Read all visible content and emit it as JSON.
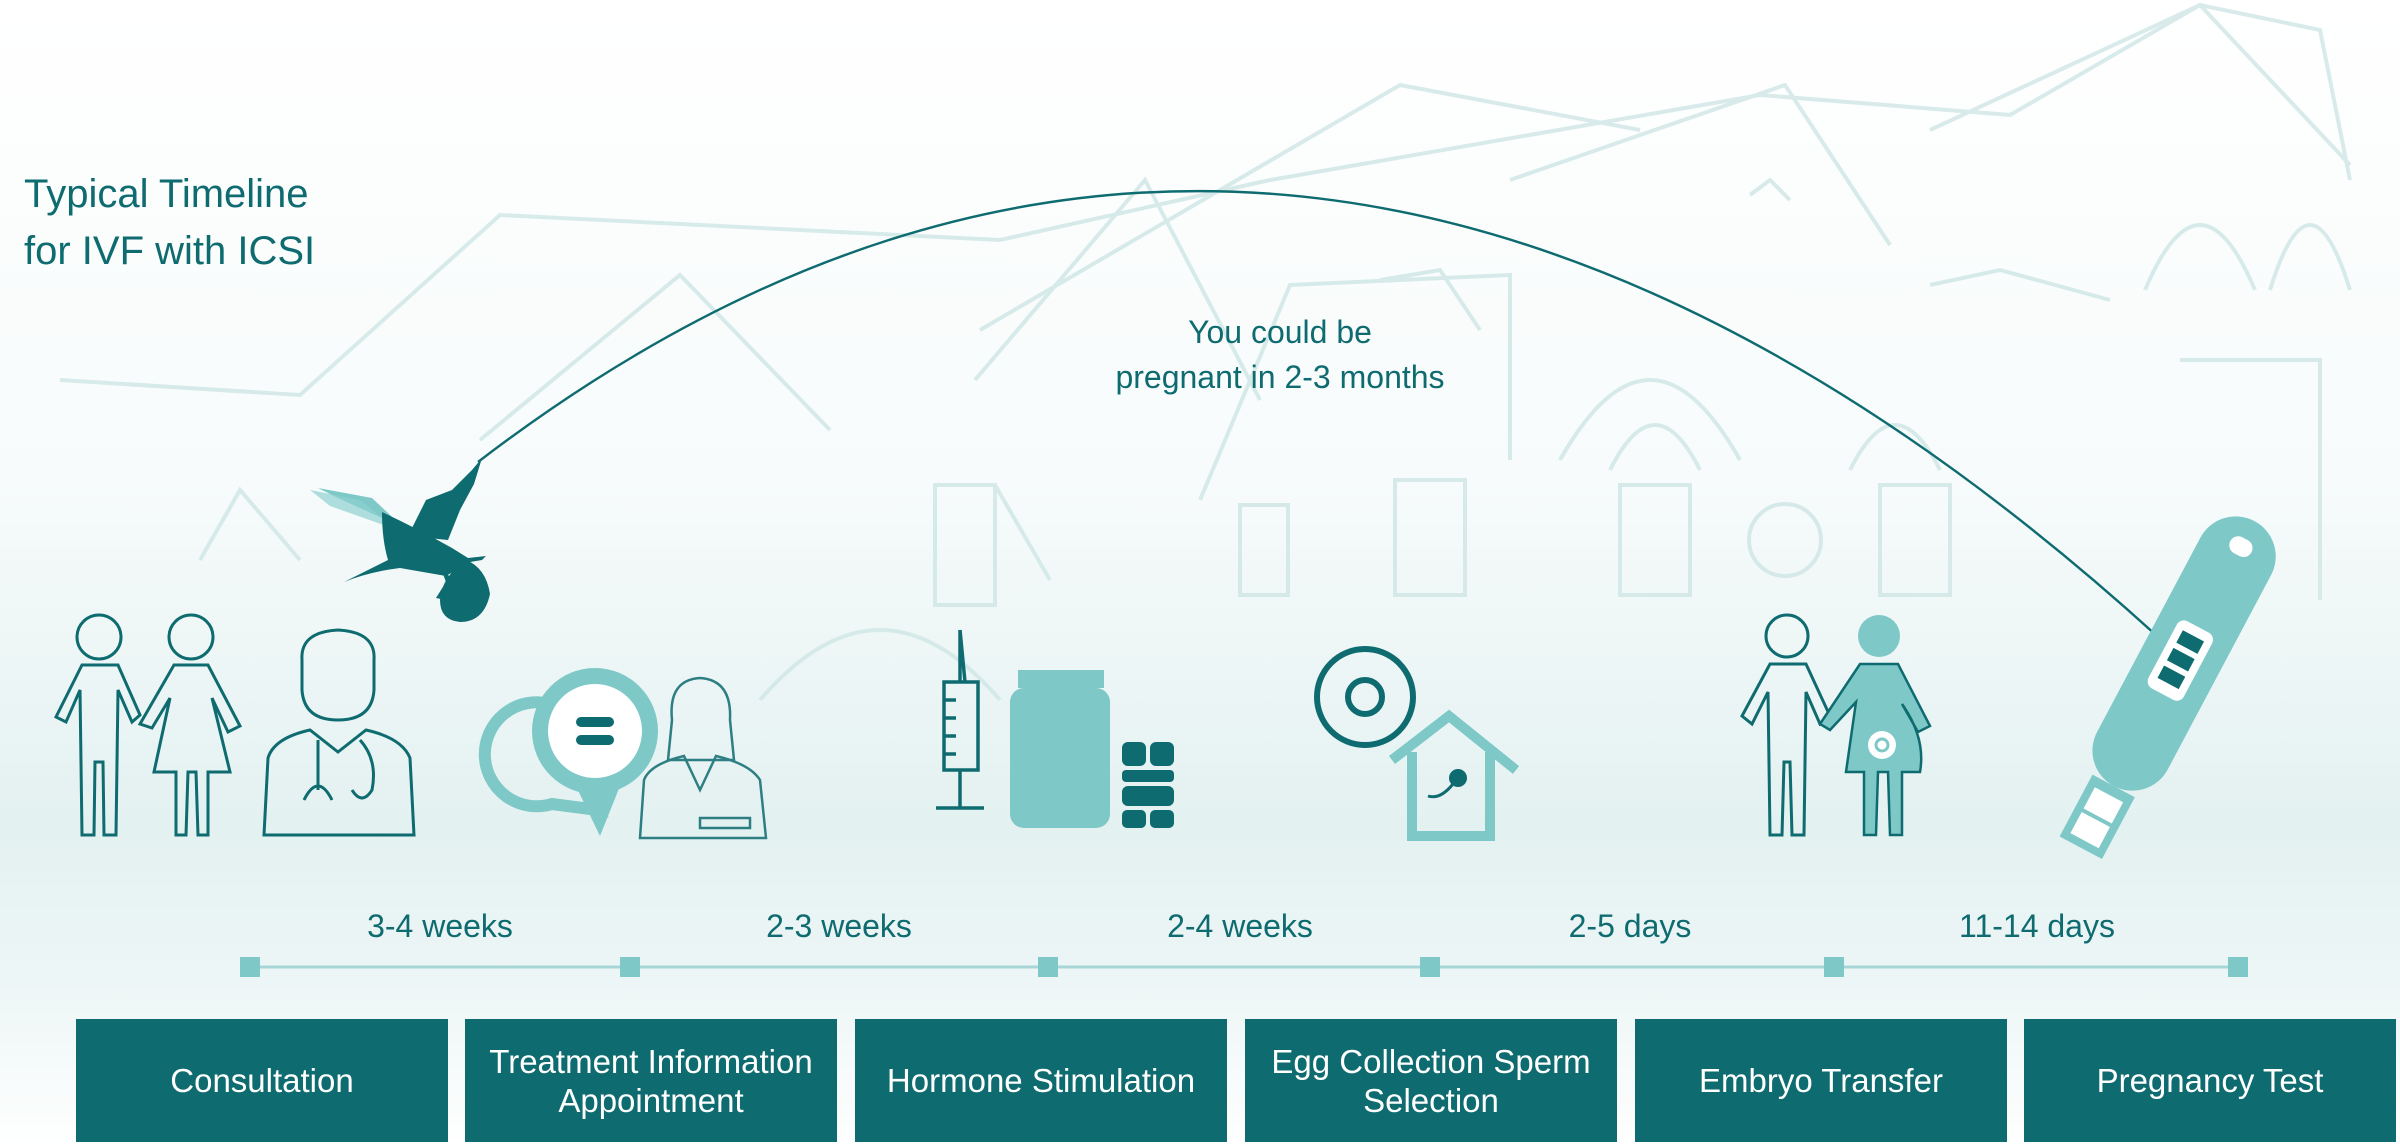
{
  "title": {
    "line1": "Typical Timeline",
    "line2": "for IVF with ICSI"
  },
  "arc_caption": {
    "line1": "You could be",
    "line2": "pregnant in 2-3 months"
  },
  "durations": [
    "3-4 weeks",
    "2-3 weeks",
    "2-4 weeks",
    "2-5 days",
    "11-14 days"
  ],
  "steps": [
    {
      "label": "Consultation",
      "icon": "couple-and-doctor-icon"
    },
    {
      "label": "Treatment Information Appointment",
      "icon": "speech-bubbles-and-nurse-icon"
    },
    {
      "label": "Hormone Stimulation",
      "icon": "syringe-and-medication-icon"
    },
    {
      "label": "Egg Collection Sperm Selection",
      "icon": "egg-and-sperm-house-icon"
    },
    {
      "label": "Embryo Transfer",
      "icon": "pregnant-couple-icon"
    },
    {
      "label": "Pregnancy Test",
      "icon": "pregnancy-test-icon"
    }
  ],
  "decorative": {
    "bird": "stork-carrying-baby-icon",
    "background": "house-outline-sketch"
  },
  "colors": {
    "primary": "#0e6b70",
    "accent": "#7ec8c8",
    "background_tint": "#e4f1f1"
  }
}
